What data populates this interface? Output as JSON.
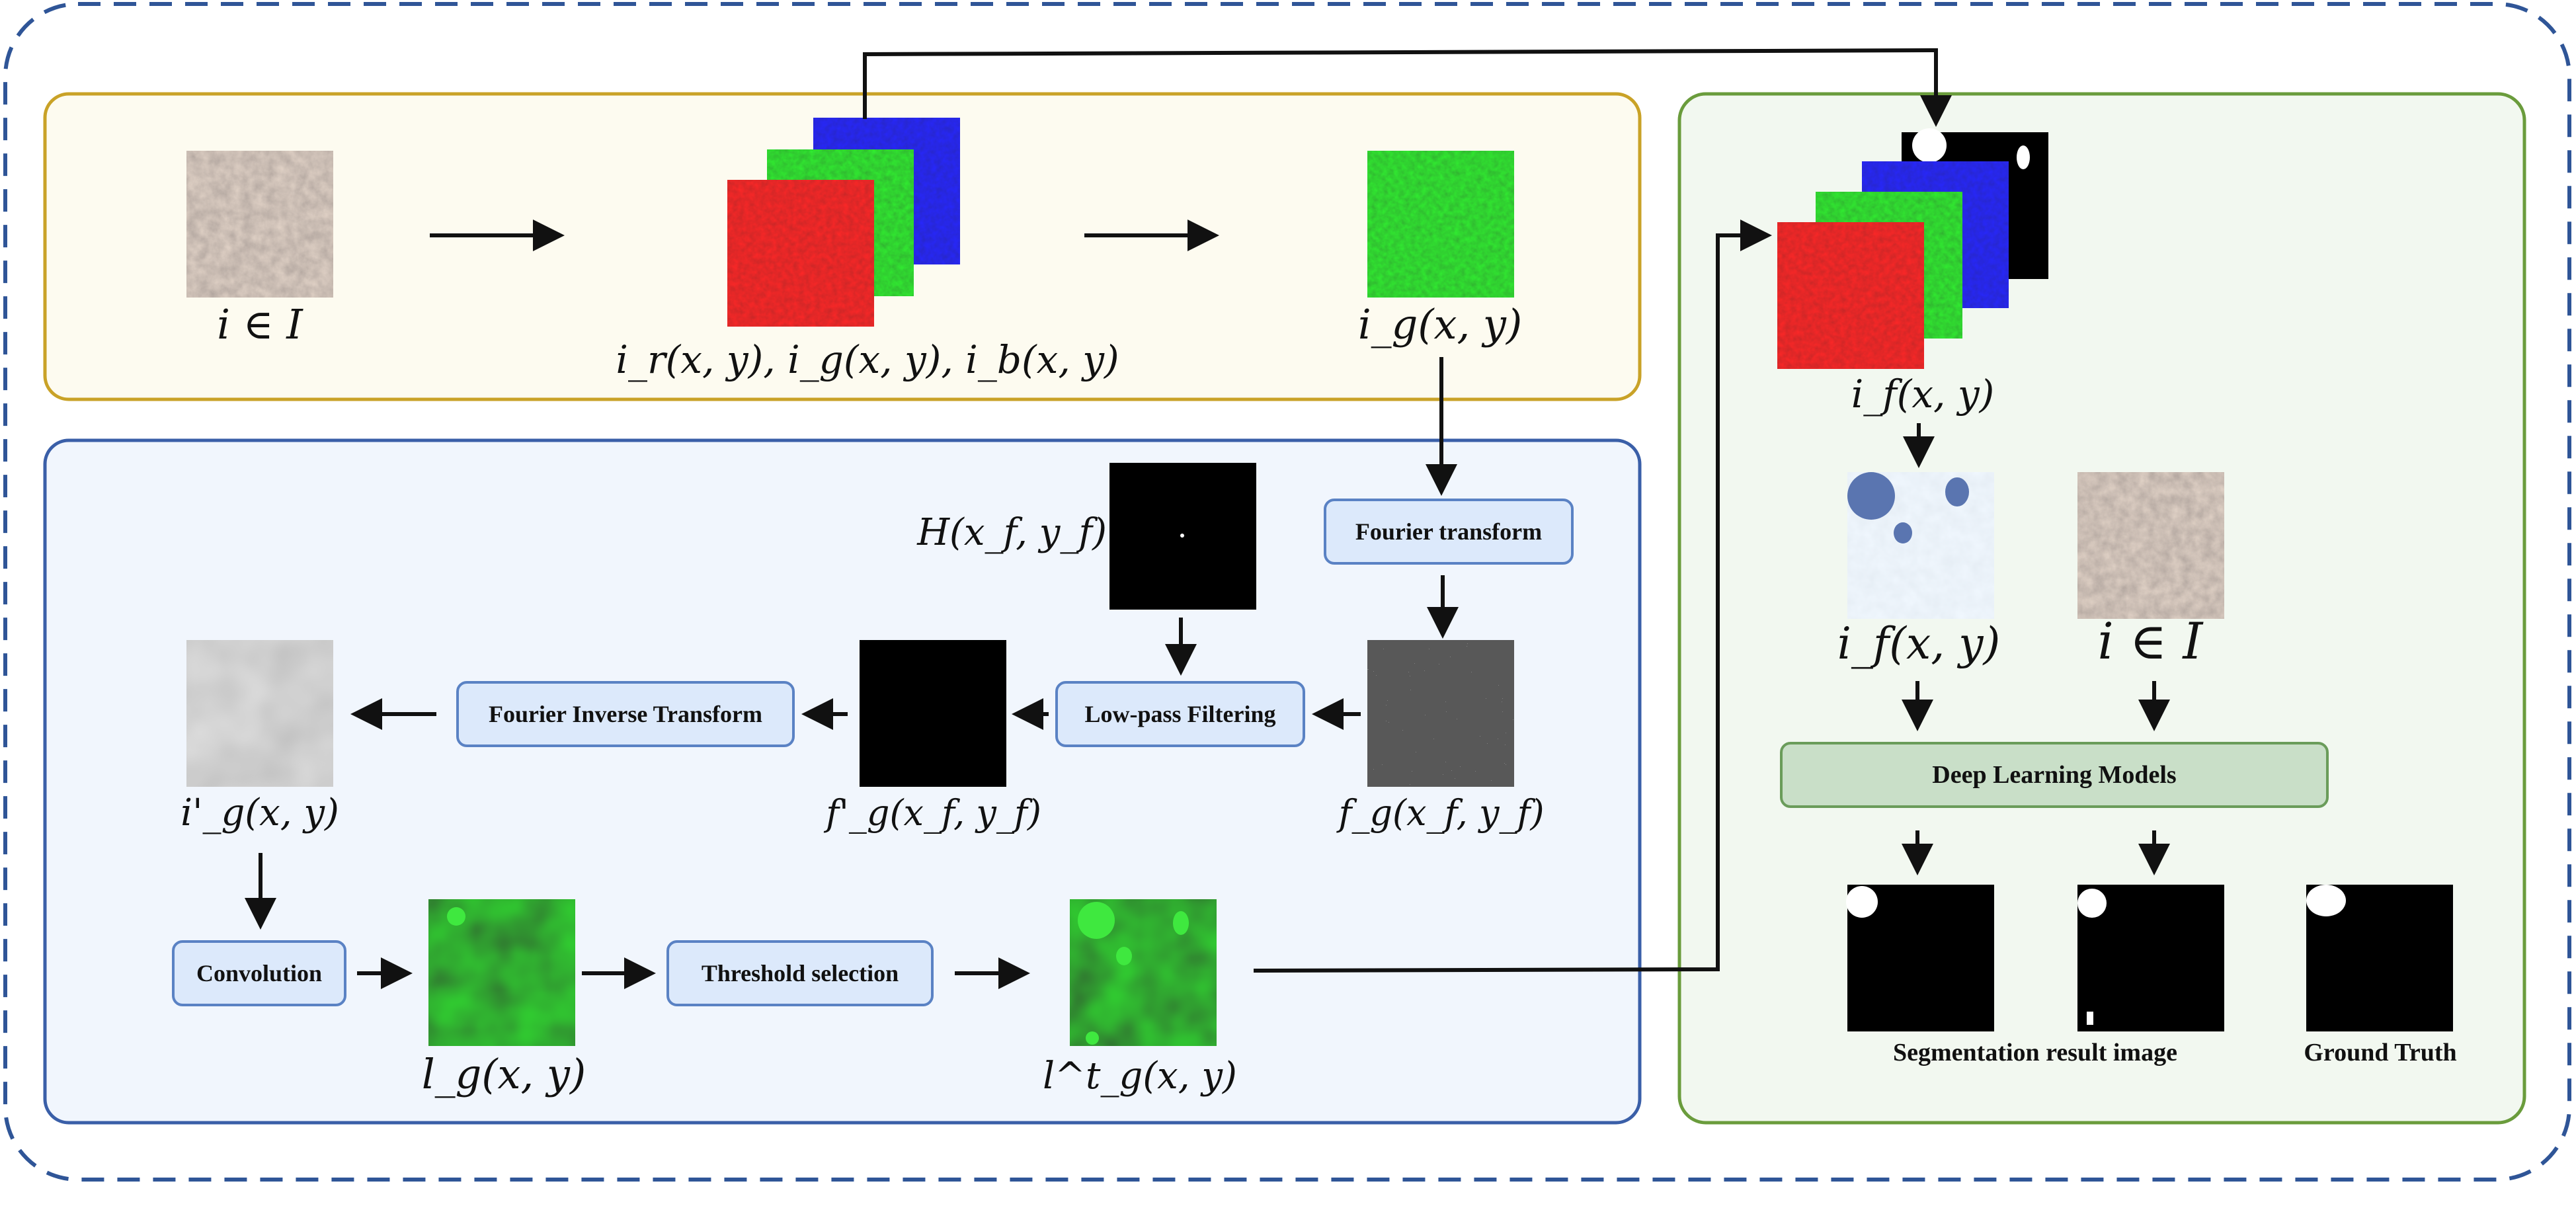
{
  "colors": {
    "outer_border": "#2f5597",
    "top_panel_fill": "#fdfbf0",
    "top_panel_border": "#c9a227",
    "left_panel_fill": "#f1f6fd",
    "left_panel_border": "#3a5fa8",
    "right_panel_fill": "#f2f8f0",
    "right_panel_border": "#6a9c3c",
    "process_box_fill": "#dce9fb",
    "process_box_border": "#5a82c4",
    "model_box_fill": "#c9dfc8",
    "model_box_border": "#6a9c5a"
  },
  "labels": {
    "input_image": "i ∈ I",
    "rgb_channels": "i_r(x, y), i_g(x, y), i_b(x, y)",
    "green_channel": "i_g(x, y)",
    "filter_kernel": "H(x_f, y_f)",
    "fourier_spectrum": "f_g(x_f, y_f)",
    "filtered_spectrum": "f'_g(x_f, y_f)",
    "inverse_result": "i'_g(x, y)",
    "convolved": "l_g(x, y)",
    "thresholded": "l^t_g(x, y)",
    "fused_stack": "i_f(x, y)",
    "fused_image": "i_f(x, y)",
    "original_right": "i ∈ I"
  },
  "process_boxes": {
    "fourier_transform": "Fourier transform",
    "low_pass": "Low-pass Filtering",
    "inverse_transform": "Fourier Inverse Transform",
    "convolution": "Convolution",
    "threshold": "Threshold selection",
    "deep_learning": "Deep Learning Models"
  },
  "captions": {
    "segmentation": "Segmentation result image",
    "ground_truth": "Ground Truth"
  }
}
